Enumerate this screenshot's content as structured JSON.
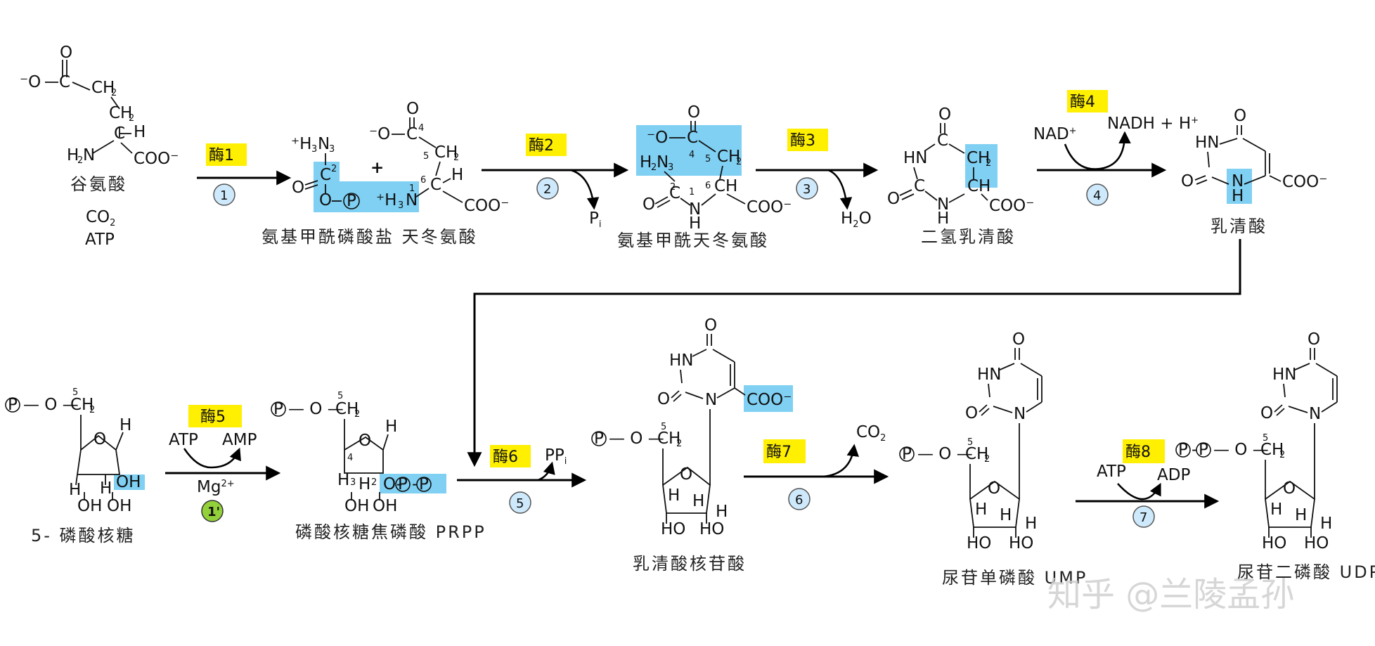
{
  "enzymes": [
    "酶1",
    "酶2",
    "酶3",
    "酶4",
    "酶5",
    "酶6",
    "酶7",
    "酶8"
  ],
  "steps": [
    "1",
    "2",
    "3",
    "4",
    "1'",
    "5",
    "6",
    "7"
  ],
  "compounds": {
    "glutamate": "谷氨酸",
    "carbamoyl_phosphate_aspartate": "氨基甲酰磷酸盐  天冬氨酸",
    "carbamoyl_aspartate": "氨基甲酰天冬氨酸",
    "dihydroorotate": "二氢乳清酸",
    "orotate": "乳清酸",
    "ribose5p": "5- 磷酸核糖",
    "prpp": "磷酸核糖焦磷酸 PRPP",
    "omp": "乳清酸核苷酸",
    "ump": "尿苷单磷酸 UMP",
    "udp": "尿苷二磷酸 UDP"
  },
  "cofactors": {
    "co2": "CO",
    "atp": "ATP",
    "pi": "P",
    "h2o": "H",
    "nad": "NAD",
    "nadh": "NADH + H",
    "mg": "Mg",
    "amp": "AMP",
    "ppi": "PP",
    "adp": "ADP"
  },
  "watermark": "知乎 @兰陵孟孙",
  "colors": {
    "highlight_blue": "#7fd0f3",
    "enzyme_yellow": "#ffef00",
    "step_circle": "#cde9fb",
    "step_green": "#93d13a"
  }
}
